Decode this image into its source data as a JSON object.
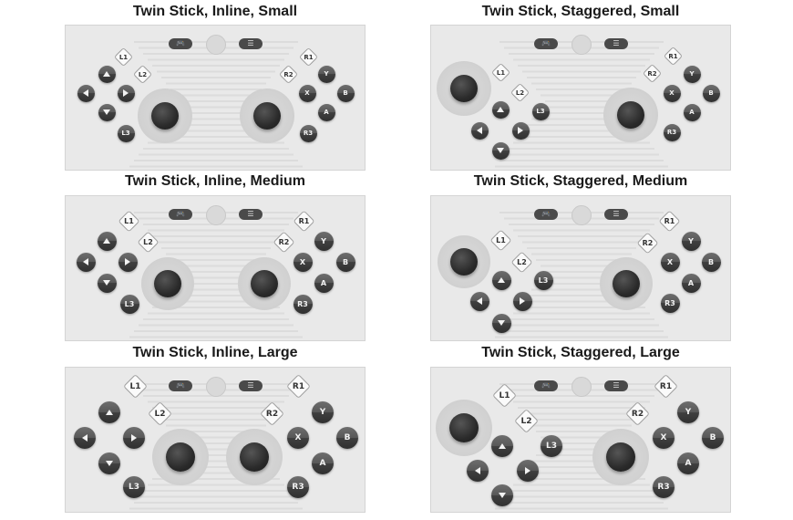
{
  "panels": [
    {
      "title": "Twin Stick, Inline, Small"
    },
    {
      "title": "Twin Stick, Staggered, Small"
    },
    {
      "title": "Twin Stick, Inline, Medium"
    },
    {
      "title": "Twin Stick, Staggered, Medium"
    },
    {
      "title": "Twin Stick, Inline, Large"
    },
    {
      "title": "Twin Stick, Staggered, Large"
    }
  ],
  "labels": {
    "l1": "L1",
    "l2": "L2",
    "l3": "L3",
    "r1": "R1",
    "r2": "R2",
    "r3": "R3",
    "y": "Y",
    "x": "X",
    "b": "B",
    "a": "A"
  },
  "icons": {
    "left_pill": "gamepad-icon",
    "right_pill": "menu-icon"
  },
  "colors": {
    "panel_bg": "#e9e9e9",
    "button": "#3e3e3e",
    "stick_base": "#d2d2d2",
    "stick_knob": "#2a2a2a"
  }
}
